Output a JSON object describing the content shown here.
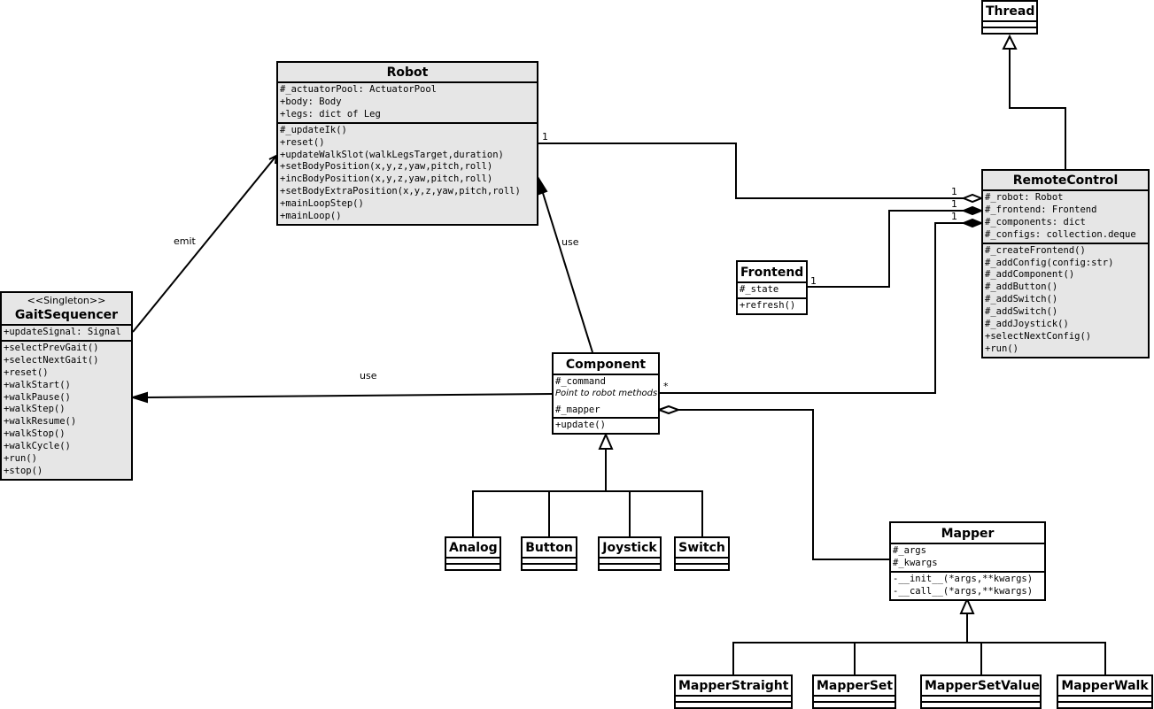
{
  "diagram": {
    "type": "UML class diagram",
    "classes": {
      "thread": {
        "name": "Thread",
        "attributes": [],
        "methods": []
      },
      "robot": {
        "name": "Robot",
        "attributes": [
          "#_actuatorPool: ActuatorPool",
          "+body: Body",
          "+legs: dict of Leg"
        ],
        "methods": [
          "#_updateIk()",
          "+reset()",
          "+updateWalkSlot(walkLegsTarget,duration)",
          "+setBodyPosition(x,y,z,yaw,pitch,roll)",
          "+incBodyPosition(x,y,z,yaw,pitch,roll)",
          "+setBodyExtraPosition(x,y,z,yaw,pitch,roll)",
          "+mainLoopStep()",
          "+mainLoop()"
        ]
      },
      "remote_control": {
        "name": "RemoteControl",
        "attributes": [
          "#_robot: Robot",
          "#_frontend: Frontend",
          "#_components: dict",
          "#_configs: collection.deque"
        ],
        "methods": [
          "#_createFrontend()",
          "#_addConfig(config:str)",
          "#_addComponent()",
          "#_addButton()",
          "#_addSwitch()",
          "#_addSwitch()",
          "#_addJoystick()",
          "+selectNextConfig()",
          "+run()"
        ]
      },
      "frontend": {
        "name": "Frontend",
        "attributes": [
          "#_state"
        ],
        "methods": [
          "+refresh()"
        ]
      },
      "gait_sequencer": {
        "stereotype": "<<Singleton>>",
        "name": "GaitSequencer",
        "attributes": [
          "+updateSignal: Signal"
        ],
        "methods": [
          "+selectPrevGait()",
          "+selectNextGait()",
          "+reset()",
          "+walkStart()",
          "+walkPause()",
          "+walkStep()",
          "+walkResume()",
          "+walkStop()",
          "+walkCycle()",
          "+run()",
          "+stop()"
        ]
      },
      "component": {
        "name": "Component",
        "attributes": [
          "#_command",
          "#_mapper"
        ],
        "attribute_note": "Point to robot methods",
        "methods": [
          "+update()"
        ]
      },
      "analog": {
        "name": "Analog"
      },
      "button": {
        "name": "Button"
      },
      "joystick": {
        "name": "Joystick"
      },
      "switch": {
        "name": "Switch"
      },
      "mapper": {
        "name": "Mapper",
        "attributes": [
          "#_args",
          "#_kwargs"
        ],
        "methods": [
          "-__init__(*args,**kwargs)",
          "-__call__(*args,**kwargs)"
        ]
      },
      "mapper_straight": {
        "name": "MapperStraight"
      },
      "mapper_set": {
        "name": "MapperSet"
      },
      "mapper_set_value": {
        "name": "MapperSetValue"
      },
      "mapper_walk": {
        "name": "MapperWalk"
      }
    },
    "relations": {
      "emit_label": "emit",
      "use_robot_label": "use",
      "use_gait_label": "use",
      "robot_mult": "1",
      "rc_robot_mult": "1",
      "rc_frontend_mult": "1",
      "rc_components_mult": "1",
      "frontend_mult": "1",
      "component_mult": "*"
    }
  }
}
